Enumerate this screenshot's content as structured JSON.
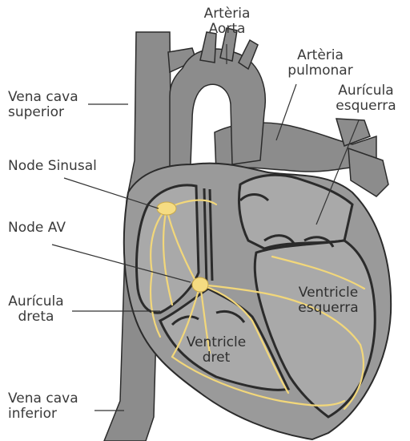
{
  "labels": {
    "arteria_aorta": [
      "Artèria",
      "Aorta"
    ],
    "arteria_pulmonar": [
      "Artèria",
      "pulmonar"
    ],
    "vena_cava_superior": [
      "Vena cava",
      "superior"
    ],
    "auricula_esquerra": [
      "Aurícula",
      "esquerra"
    ],
    "node_sinusal": "Node Sinusal",
    "node_av": "Node AV",
    "auricula_dreta": [
      "Aurícula",
      "dreta"
    ],
    "ventricle_esquerra": [
      "Ventricle",
      "esquerra"
    ],
    "ventricle_dret": [
      "Ventricle",
      "dret"
    ],
    "vena_cava_inferior": [
      "Vena cava",
      "inferior"
    ]
  },
  "colors": {
    "vessel": "#8c8c8c",
    "tissue": "#9a9a9a",
    "chamber": "#a9a9a9",
    "chamber_outline": "#2b2b2b",
    "conduction": "#f2d77a",
    "node": "#f5dc82",
    "leader_line": "#333333"
  }
}
